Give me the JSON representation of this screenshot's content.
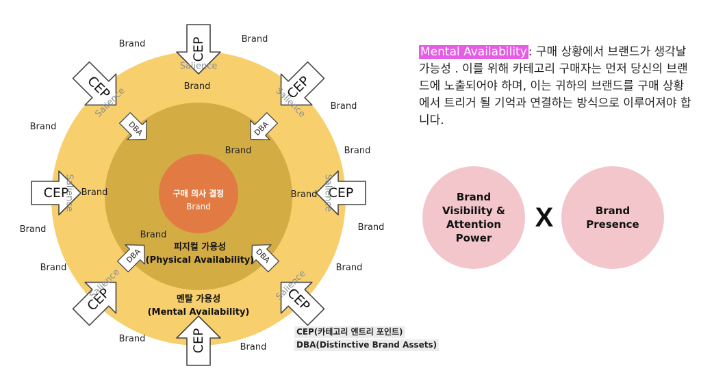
{
  "diagram": {
    "brand_label": "Brand",
    "cep_label": "CEP",
    "dba_label": "DBA",
    "salience_label": "Salience",
    "core_title": "구매 의사 결정",
    "core_brand": "Brand",
    "physical_line1": "피지컬 가용성",
    "physical_line2": "(Physical Availability)",
    "mental_line1": "멘탈 가용성",
    "mental_line2": "(Mental Availability)",
    "colors": {
      "outer": "#f7cf6c",
      "middle": "#d3ac44",
      "core": "#e17b43"
    }
  },
  "legend": {
    "cep": "CEP(카테고리 엔트리 포인트)",
    "dba": "DBA(Distinctive Brand Assets)"
  },
  "description": {
    "term": "Mental Availability",
    "text": ": 구매 상황에서 브랜드가 생각날 가능성 . 이를 위해 카테고리 구매자는 먼저 당신의 브랜드에 노출되어야 하며, 이는 귀하의 브랜드를 구매 상황에서 트리거 될 기억과 연결하는 방식으로 이루어져야 합니다.",
    "term_color": "#e65ce6"
  },
  "formula": {
    "left": "Brand Visibility & Attention Power",
    "operator": "X",
    "right": "Brand Presence",
    "circle_color": "#f2c6cb"
  }
}
